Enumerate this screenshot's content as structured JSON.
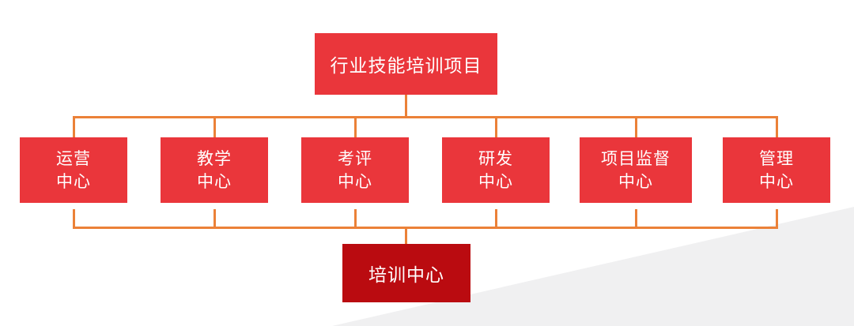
{
  "diagram": {
    "root": {
      "label": "行业技能培训项目"
    },
    "centers": [
      {
        "label": "运营中心",
        "line1": "运营",
        "line2": "中心"
      },
      {
        "label": "教学中心",
        "line1": "教学",
        "line2": "中心"
      },
      {
        "label": "考评中心",
        "line1": "考评",
        "line2": "中心"
      },
      {
        "label": "研发中心",
        "line1": "研发",
        "line2": "中心"
      },
      {
        "label": "项目监督中心",
        "line1": "项目监督",
        "line2": "中心"
      },
      {
        "label": "管理中心",
        "line1": "管理",
        "line2": "中心"
      }
    ],
    "bottom": {
      "label": "培训中心"
    }
  },
  "colors": {
    "node_red": "#EA363B",
    "deep_red": "#BA0B10",
    "connector": "#EB8138",
    "wedge_gray": "#F0F0F1"
  }
}
